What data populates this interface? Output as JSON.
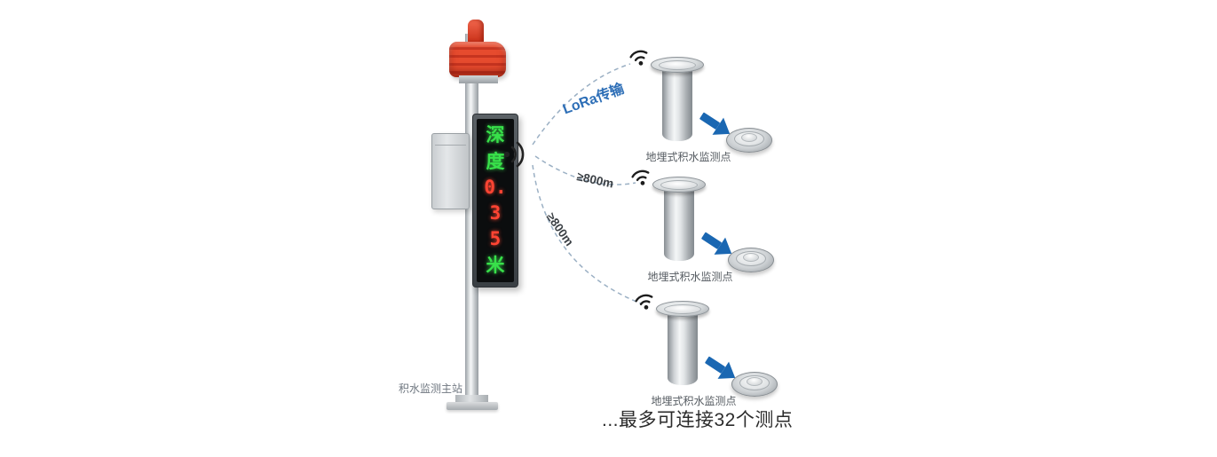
{
  "main_station": {
    "label": "积水监测主站",
    "display": [
      {
        "ch": "深",
        "color": "green"
      },
      {
        "ch": "度",
        "color": "green"
      },
      {
        "ch": "0.",
        "color": "red"
      },
      {
        "ch": "3",
        "color": "red"
      },
      {
        "ch": "5",
        "color": "red"
      },
      {
        "ch": "米",
        "color": "green"
      }
    ]
  },
  "links": [
    {
      "label": "LoRa传输"
    },
    {
      "label": "≥800m"
    },
    {
      "label": "≥800m"
    }
  ],
  "sensors": [
    {
      "label": "地埋式积水监测点"
    },
    {
      "label": "地埋式积水监测点"
    },
    {
      "label": "地埋式积水监测点"
    }
  ],
  "footer": {
    "note": "...最多可连接32个测点"
  },
  "colors": {
    "alarm_red": "#d8402a",
    "led_green": "#38e14a",
    "led_red": "#ff4433",
    "arrow_blue": "#1a67b2",
    "lora_label_blue": "#2e6fb7",
    "curve_gray": "#9bb0c4"
  }
}
